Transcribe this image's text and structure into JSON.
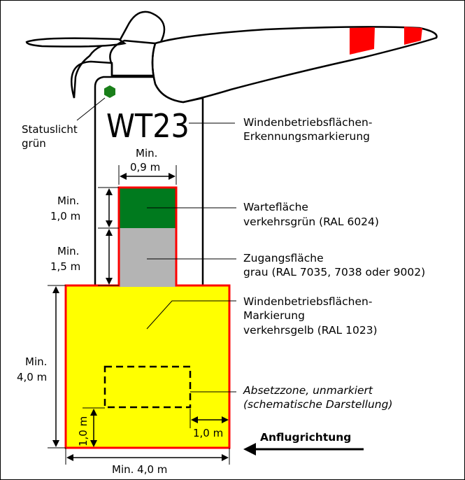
{
  "tower_id": "WT23",
  "status_light": {
    "line1": "Statuslicht",
    "line2": "grün",
    "color": "#1a7f1a"
  },
  "recognition_marking": {
    "line1": "Windenbetriebsflächen-",
    "line2": "Erkennungsmarkierung"
  },
  "dim_width_top": {
    "line1": "Min.",
    "line2": "0,9 m"
  },
  "dim_wait_height": {
    "line1": "Min.",
    "line2": "1,0 m"
  },
  "dim_access_height": {
    "line1": "Min.",
    "line2": "1,5 m"
  },
  "waiting_area": {
    "line1": "Wartefläche",
    "line2": "verkehrsgrün (RAL 6024)",
    "color": "#007a1e"
  },
  "access_area": {
    "line1": "Zugangsfläche",
    "line2": "grau (RAL 7035, 7038 oder 9002)",
    "color": "#b4b4b4"
  },
  "winch_marking": {
    "line1": "Windenbetriebsflächen-",
    "line2": "Markierung",
    "line3": "verkehrsgelb (RAL 1023)",
    "color": "#ffff00"
  },
  "set_down_zone": {
    "line1": "Absetzzone, unmarkiert",
    "line2": "(schematische Darstellung)"
  },
  "dim_left_height": {
    "line1": "Min.",
    "line2": "4,0 m"
  },
  "dim_bottom_width": "Min. 4,0 m",
  "dim_inner_vertical": "1,0 m",
  "dim_inner_horizontal": "1,0 m",
  "approach_direction": "Anflugrichtung",
  "colors": {
    "outline_red": "#ff0000",
    "blade_stripe": "#ff0000"
  }
}
